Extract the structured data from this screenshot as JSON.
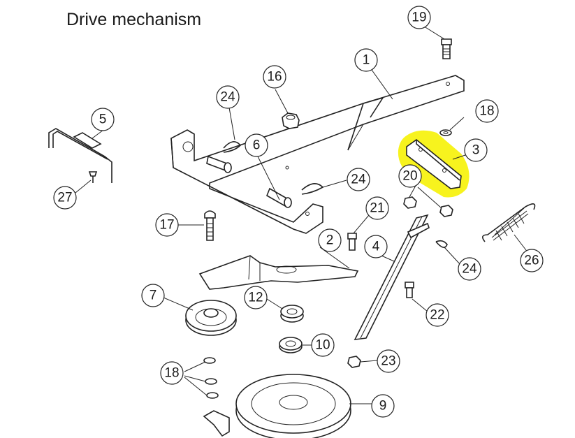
{
  "title": "Drive mechanism",
  "highlight_color": "#f7f31e",
  "callouts": {
    "c1": "1",
    "c2": "2",
    "c3": "3",
    "c4": "4",
    "c5": "5",
    "c6": "6",
    "c7": "7",
    "c9": "9",
    "c10": "10",
    "c12": "12",
    "c16": "16",
    "c17": "17",
    "c18a": "18",
    "c18b": "18",
    "c19": "19",
    "c20": "20",
    "c21": "21",
    "c22": "22",
    "c23": "23",
    "c24a": "24",
    "c24b": "24",
    "c24c": "24",
    "c26": "26",
    "c27": "27"
  }
}
